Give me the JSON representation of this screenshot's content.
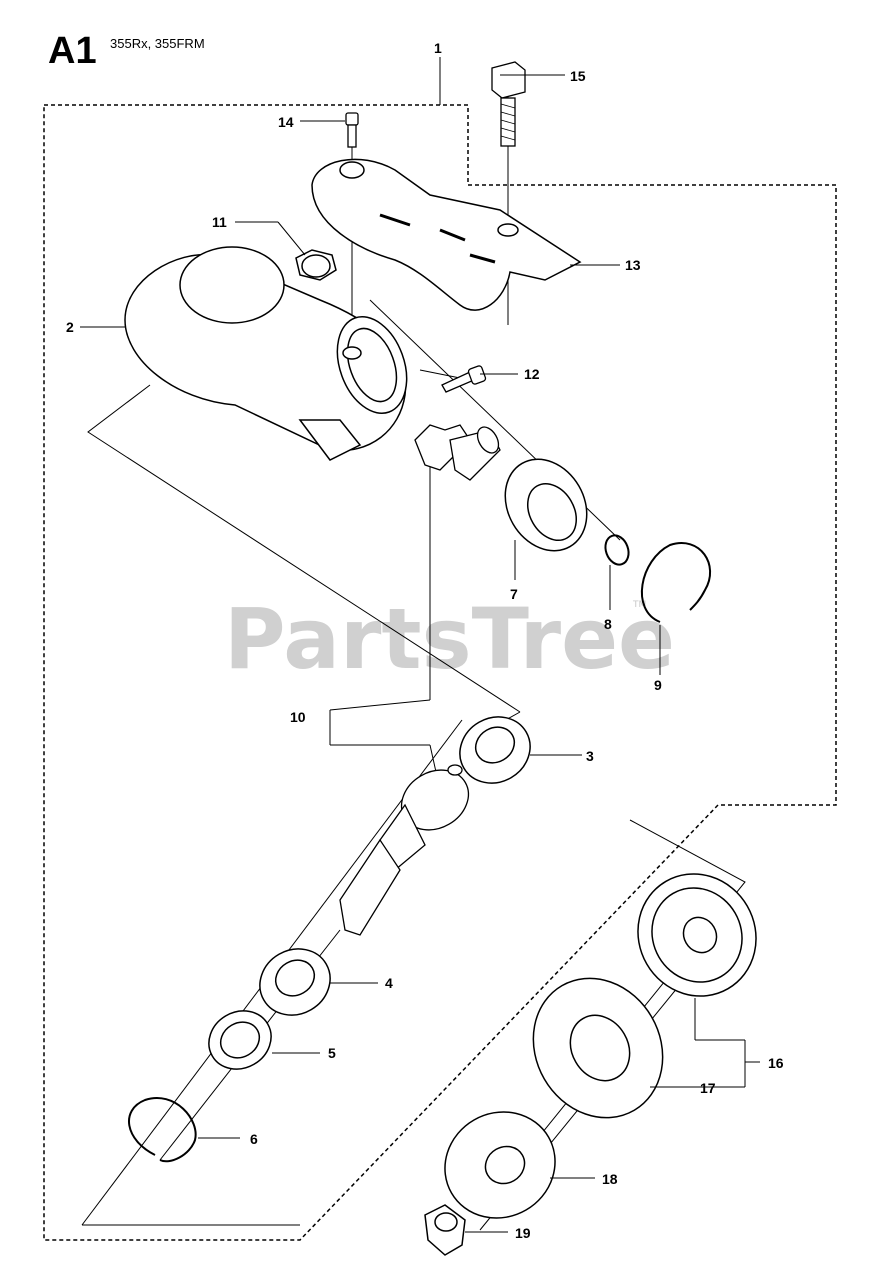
{
  "header": {
    "section_code": "A1",
    "models": "355Rx, 355FRM"
  },
  "watermark": {
    "text": "PartsTree",
    "tm": "TM"
  },
  "callouts": [
    "1",
    "2",
    "3",
    "4",
    "5",
    "6",
    "7",
    "8",
    "9",
    "10",
    "11",
    "12",
    "13",
    "14",
    "15",
    "16",
    "17",
    "18",
    "19"
  ]
}
